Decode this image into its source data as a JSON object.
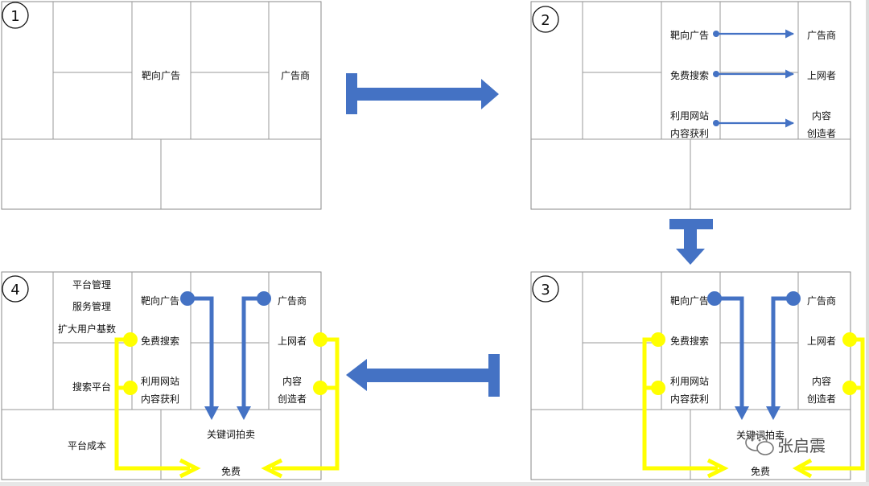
{
  "colors": {
    "blue": "#4472c4",
    "yellow": "#ffff00",
    "line": "#9a9a9a",
    "text": "#111111"
  },
  "panel1": {
    "badge": "1",
    "targeted_ads": "靶向广告",
    "advertisers": "广告商"
  },
  "panel2": {
    "badge": "2",
    "targeted_ads": "靶向广告",
    "free_search": "免费搜索",
    "monetize_line1": "利用网站",
    "monetize_line2": "内容获利",
    "advertisers": "广告商",
    "web_users": "上网者",
    "creators_line1": "内容",
    "creators_line2": "创造者"
  },
  "panel3": {
    "badge": "3",
    "targeted_ads": "靶向广告",
    "free_search": "免费搜索",
    "monetize_line1": "利用网站",
    "monetize_line2": "内容获利",
    "advertisers": "广告商",
    "web_users": "上网者",
    "creators_line1": "内容",
    "creators_line2": "创造者",
    "keyword_auction": "关键词拍卖",
    "free": "免费"
  },
  "panel4": {
    "badge": "4",
    "platform_mgmt": "平台管理",
    "service_mgmt": "服务管理",
    "expand_users": "扩大用户基数",
    "search_platform": "搜索平台",
    "targeted_ads": "靶向广告",
    "free_search": "免费搜索",
    "monetize_line1": "利用网站",
    "monetize_line2": "内容获利",
    "advertisers": "广告商",
    "web_users": "上网者",
    "creators_line1": "内容",
    "creators_line2": "创造者",
    "platform_cost": "平台成本",
    "keyword_auction": "关键词拍卖",
    "free": "免费"
  },
  "watermark": {
    "text": "张启震"
  }
}
